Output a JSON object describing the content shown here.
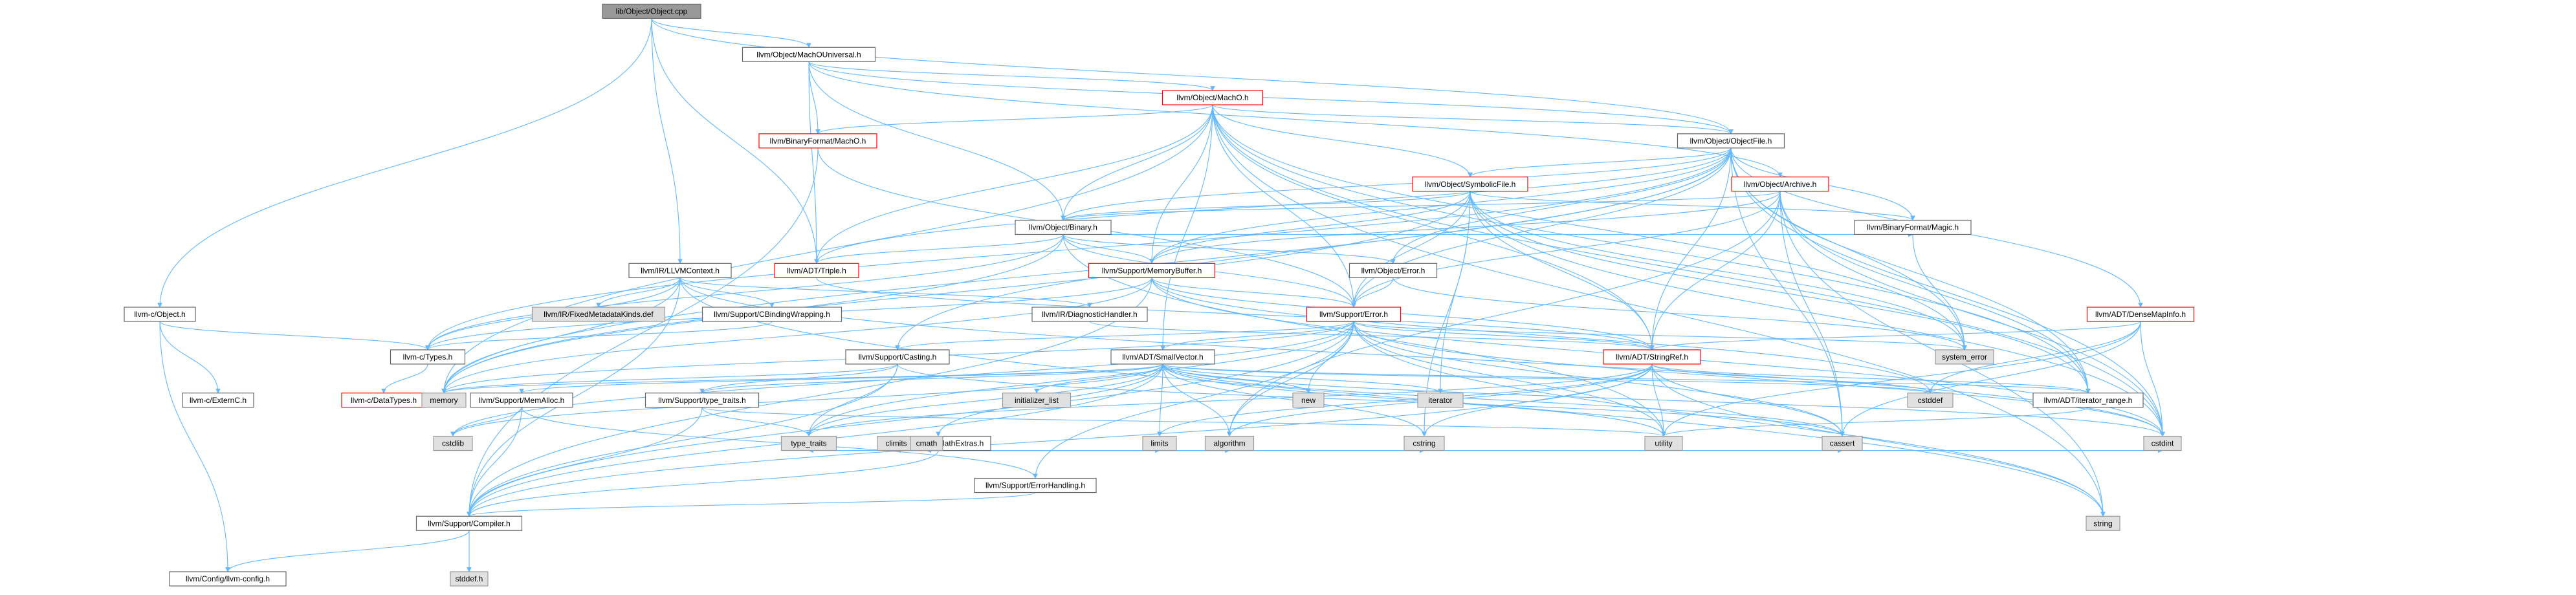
{
  "colors": {
    "edge": "#63b8ff",
    "root_fill": "#999999",
    "normal_fill": "#ffffff",
    "normal_stroke": "#666666",
    "truncated_stroke": "#ff0000",
    "external_fill": "#e0e0e0",
    "external_stroke": "#999999",
    "text": "#000000"
  },
  "nodes": [
    {
      "id": "root",
      "label": "lib/Object/Object.cpp",
      "kind": "root"
    },
    {
      "id": "macho_universal",
      "label": "llvm/Object/MachOUniversal.h",
      "kind": "normal"
    },
    {
      "id": "capi_object",
      "label": "llvm-c/Object.h",
      "kind": "normal"
    },
    {
      "id": "object_macho",
      "label": "llvm/Object/MachO.h",
      "kind": "truncated"
    },
    {
      "id": "bf_macho",
      "label": "llvm/BinaryFormat/MachO.h",
      "kind": "truncated"
    },
    {
      "id": "object_file",
      "label": "llvm/Object/ObjectFile.h",
      "kind": "normal"
    },
    {
      "id": "symbolic_file",
      "label": "llvm/Object/SymbolicFile.h",
      "kind": "truncated"
    },
    {
      "id": "archive",
      "label": "llvm/Object/Archive.h",
      "kind": "truncated"
    },
    {
      "id": "binary",
      "label": "llvm/Object/Binary.h",
      "kind": "normal"
    },
    {
      "id": "bf_magic",
      "label": "llvm/BinaryFormat/Magic.h",
      "kind": "normal"
    },
    {
      "id": "llvmcontext",
      "label": "llvm/IR/LLVMContext.h",
      "kind": "normal"
    },
    {
      "id": "triple",
      "label": "llvm/ADT/Triple.h",
      "kind": "truncated"
    },
    {
      "id": "memorybuffer",
      "label": "llvm/Support/MemoryBuffer.h",
      "kind": "truncated"
    },
    {
      "id": "object_error",
      "label": "llvm/Object/Error.h",
      "kind": "normal"
    },
    {
      "id": "fixedmd",
      "label": "llvm/IR/FixedMetadataKinds.def",
      "kind": "external"
    },
    {
      "id": "cbinding",
      "label": "llvm/Support/CBindingWrapping.h",
      "kind": "normal"
    },
    {
      "id": "diaghandler",
      "label": "llvm/IR/DiagnosticHandler.h",
      "kind": "normal"
    },
    {
      "id": "support_error",
      "label": "llvm/Support/Error.h",
      "kind": "truncated"
    },
    {
      "id": "densemapinfo",
      "label": "llvm/ADT/DenseMapInfo.h",
      "kind": "truncated"
    },
    {
      "id": "capi_types",
      "label": "llvm-c/Types.h",
      "kind": "normal"
    },
    {
      "id": "casting",
      "label": "llvm/Support/Casting.h",
      "kind": "normal"
    },
    {
      "id": "smallvector",
      "label": "llvm/ADT/SmallVector.h",
      "kind": "normal"
    },
    {
      "id": "system_error",
      "label": "system_error",
      "kind": "external"
    },
    {
      "id": "stringref",
      "label": "llvm/ADT/StringRef.h",
      "kind": "truncated"
    },
    {
      "id": "capi_externc",
      "label": "llvm-c/ExternC.h",
      "kind": "normal"
    },
    {
      "id": "capi_datatypes",
      "label": "llvm-c/DataTypes.h",
      "kind": "truncated"
    },
    {
      "id": "memory",
      "label": "memory",
      "kind": "external"
    },
    {
      "id": "memalloc",
      "label": "llvm/Support/MemAlloc.h",
      "kind": "normal"
    },
    {
      "id": "type_traits_h",
      "label": "llvm/Support/type_traits.h",
      "kind": "normal"
    },
    {
      "id": "initializer_list",
      "label": "initializer_list",
      "kind": "external"
    },
    {
      "id": "new",
      "label": "new",
      "kind": "external"
    },
    {
      "id": "iterator",
      "label": "iterator",
      "kind": "external"
    },
    {
      "id": "cstddef",
      "label": "cstddef",
      "kind": "external"
    },
    {
      "id": "iterator_range",
      "label": "llvm/ADT/iterator_range.h",
      "kind": "normal"
    },
    {
      "id": "mathextras",
      "label": "llvm/Support/MathExtras.h",
      "kind": "normal"
    },
    {
      "id": "cstdlib",
      "label": "cstdlib",
      "kind": "external"
    },
    {
      "id": "type_traits",
      "label": "type_traits",
      "kind": "external"
    },
    {
      "id": "climits",
      "label": "climits",
      "kind": "external"
    },
    {
      "id": "cmath",
      "label": "cmath",
      "kind": "external"
    },
    {
      "id": "limits",
      "label": "limits",
      "kind": "external"
    },
    {
      "id": "algorithm",
      "label": "algorithm",
      "kind": "external"
    },
    {
      "id": "errorhandling",
      "label": "llvm/Support/ErrorHandling.h",
      "kind": "normal"
    },
    {
      "id": "cstring",
      "label": "cstring",
      "kind": "external"
    },
    {
      "id": "utility",
      "label": "utility",
      "kind": "external"
    },
    {
      "id": "cassert",
      "label": "cassert",
      "kind": "external"
    },
    {
      "id": "cstdint",
      "label": "cstdint",
      "kind": "external"
    },
    {
      "id": "compiler",
      "label": "llvm/Support/Compiler.h",
      "kind": "normal"
    },
    {
      "id": "string",
      "label": "string",
      "kind": "external"
    },
    {
      "id": "llvm_config",
      "label": "llvm/Config/llvm-config.h",
      "kind": "normal"
    },
    {
      "id": "stddef",
      "label": "stddef.h",
      "kind": "external"
    }
  ],
  "edges": [
    [
      "root",
      "macho_universal"
    ],
    [
      "root",
      "capi_object"
    ],
    [
      "root",
      "object_file"
    ],
    [
      "root",
      "triple"
    ],
    [
      "root",
      "llvmcontext"
    ],
    [
      "macho_universal",
      "object_macho"
    ],
    [
      "macho_universal",
      "bf_macho"
    ],
    [
      "macho_universal",
      "binary"
    ],
    [
      "macho_universal",
      "triple"
    ],
    [
      "macho_universal",
      "archive"
    ],
    [
      "macho_universal",
      "object_file"
    ],
    [
      "capi_object",
      "capi_types"
    ],
    [
      "capi_object",
      "capi_externc"
    ],
    [
      "capi_object",
      "llvm_config"
    ],
    [
      "object_macho",
      "bf_macho"
    ],
    [
      "object_macho",
      "object_file"
    ],
    [
      "object_macho",
      "symbolic_file"
    ],
    [
      "object_macho",
      "binary"
    ],
    [
      "object_macho",
      "triple"
    ],
    [
      "object_macho",
      "memorybuffer"
    ],
    [
      "object_macho",
      "support_error"
    ],
    [
      "object_macho",
      "smallvector"
    ],
    [
      "object_macho",
      "stringref"
    ],
    [
      "object_macho",
      "iterator_range"
    ],
    [
      "object_macho",
      "cstdint"
    ],
    [
      "object_macho",
      "memory"
    ],
    [
      "object_macho",
      "string"
    ],
    [
      "object_macho",
      "system_error"
    ],
    [
      "bf_macho",
      "compiler"
    ],
    [
      "bf_macho",
      "support_error"
    ],
    [
      "object_file",
      "symbolic_file"
    ],
    [
      "object_file",
      "binary"
    ],
    [
      "object_file",
      "object_error"
    ],
    [
      "object_file",
      "bf_magic"
    ],
    [
      "object_file",
      "densemapinfo"
    ],
    [
      "object_file",
      "stringref"
    ],
    [
      "object_file",
      "iterator_range"
    ],
    [
      "object_file",
      "casting"
    ],
    [
      "object_file",
      "support_error"
    ],
    [
      "object_file",
      "memorybuffer"
    ],
    [
      "object_file",
      "triple"
    ],
    [
      "object_file",
      "capi_types"
    ],
    [
      "object_file",
      "cassert"
    ],
    [
      "object_file",
      "cstdint"
    ],
    [
      "object_file",
      "memory"
    ],
    [
      "object_file",
      "system_error"
    ],
    [
      "symbolic_file",
      "binary"
    ],
    [
      "symbolic_file",
      "stringref"
    ],
    [
      "symbolic_file",
      "iterator_range"
    ],
    [
      "symbolic_file",
      "memorybuffer"
    ],
    [
      "symbolic_file",
      "support_error"
    ],
    [
      "symbolic_file",
      "bf_magic"
    ],
    [
      "symbolic_file",
      "cinttypes"
    ],
    [
      "symbolic_file",
      "cstdint"
    ],
    [
      "symbolic_file",
      "cstring"
    ],
    [
      "symbolic_file",
      "iterator"
    ],
    [
      "symbolic_file",
      "memory"
    ],
    [
      "symbolic_file",
      "system_error"
    ],
    [
      "archive",
      "binary"
    ],
    [
      "archive",
      "stringref"
    ],
    [
      "archive",
      "iterator_range"
    ],
    [
      "archive",
      "memorybuffer"
    ],
    [
      "archive",
      "support_error"
    ],
    [
      "archive",
      "algorithm"
    ],
    [
      "archive",
      "cassert"
    ],
    [
      "archive",
      "cstdint"
    ],
    [
      "archive",
      "string"
    ],
    [
      "archive",
      "vector"
    ],
    [
      "binary",
      "capi_types"
    ],
    [
      "binary",
      "triple"
    ],
    [
      "binary",
      "object_error"
    ],
    [
      "binary",
      "memorybuffer"
    ],
    [
      "binary",
      "support_error"
    ],
    [
      "binary",
      "bf_magic"
    ],
    [
      "binary",
      "utility"
    ],
    [
      "binary",
      "memory"
    ],
    [
      "bf_magic",
      "system_error"
    ],
    [
      "llvmcontext",
      "fixedmd"
    ],
    [
      "llvmcontext",
      "cbinding"
    ],
    [
      "llvmcontext",
      "diaghandler"
    ],
    [
      "llvmcontext",
      "capi_types"
    ],
    [
      "llvmcontext",
      "cstdint"
    ],
    [
      "llvmcontext",
      "memory"
    ],
    [
      "llvmcontext",
      "string"
    ],
    [
      "llvmcontext",
      "compiler"
    ],
    [
      "triple",
      "stringref"
    ],
    [
      "memorybuffer",
      "capi_types"
    ],
    [
      "memorybuffer",
      "compiler"
    ],
    [
      "memorybuffer",
      "support_error"
    ],
    [
      "memorybuffer",
      "cstddef"
    ],
    [
      "memorybuffer",
      "cstdint"
    ],
    [
      "memorybuffer",
      "memory"
    ],
    [
      "memorybuffer",
      "stringref"
    ],
    [
      "object_error",
      "support_error"
    ],
    [
      "object_error",
      "system_error"
    ],
    [
      "cbinding",
      "capi_types"
    ],
    [
      "diaghandler",
      "stringref"
    ],
    [
      "support_error",
      "smallvector"
    ],
    [
      "support_error",
      "stringref"
    ],
    [
      "support_error",
      "compiler"
    ],
    [
      "support_error",
      "errorhandling"
    ],
    [
      "support_error",
      "casting"
    ],
    [
      "support_error",
      "algorithm"
    ],
    [
      "support_error",
      "cassert"
    ],
    [
      "support_error",
      "cstdint"
    ],
    [
      "support_error",
      "cstdlib"
    ],
    [
      "support_error",
      "memory"
    ],
    [
      "support_error",
      "new"
    ],
    [
      "support_error",
      "string"
    ],
    [
      "support_error",
      "system_error"
    ],
    [
      "support_error",
      "type_traits"
    ],
    [
      "support_error",
      "utility"
    ],
    [
      "densemapinfo",
      "cassert"
    ],
    [
      "densemapinfo",
      "cstddef"
    ],
    [
      "densemapinfo",
      "cstdint"
    ],
    [
      "densemapinfo",
      "utility"
    ],
    [
      "densemapinfo",
      "stringref"
    ],
    [
      "capi_types",
      "capi_datatypes"
    ],
    [
      "casting",
      "type_traits_h"
    ],
    [
      "casting",
      "compiler"
    ],
    [
      "casting",
      "cassert"
    ],
    [
      "casting",
      "memory"
    ],
    [
      "casting",
      "type_traits"
    ],
    [
      "smallvector",
      "memalloc"
    ],
    [
      "smallvector",
      "type_traits_h"
    ],
    [
      "smallvector",
      "mathextras"
    ],
    [
      "smallvector",
      "compiler"
    ],
    [
      "smallvector",
      "algorithm"
    ],
    [
      "smallvector",
      "cassert"
    ],
    [
      "smallvector",
      "cstddef"
    ],
    [
      "smallvector",
      "cstdlib"
    ],
    [
      "smallvector",
      "cstring"
    ],
    [
      "smallvector",
      "functional"
    ],
    [
      "smallvector",
      "initializer_list"
    ],
    [
      "smallvector",
      "iterator"
    ],
    [
      "smallvector",
      "limits"
    ],
    [
      "smallvector",
      "memory"
    ],
    [
      "smallvector",
      "new"
    ],
    [
      "smallvector",
      "type_traits"
    ],
    [
      "smallvector",
      "utility"
    ],
    [
      "smallvector",
      "iterator_range"
    ],
    [
      "smallvector",
      "cstdint"
    ],
    [
      "stringref",
      "iterator_range"
    ],
    [
      "stringref",
      "compiler"
    ],
    [
      "stringref",
      "algorithm"
    ],
    [
      "stringref",
      "cassert"
    ],
    [
      "stringref",
      "cstddef"
    ],
    [
      "stringref",
      "cstring"
    ],
    [
      "stringref",
      "limits"
    ],
    [
      "stringref",
      "string"
    ],
    [
      "stringref",
      "type_traits"
    ],
    [
      "stringref",
      "utility"
    ],
    [
      "memalloc",
      "compiler"
    ],
    [
      "memalloc",
      "errorhandling"
    ],
    [
      "memalloc",
      "cstdlib"
    ],
    [
      "type_traits_h",
      "compiler"
    ],
    [
      "type_traits_h",
      "type_traits"
    ],
    [
      "type_traits_h",
      "utility"
    ],
    [
      "iterator_range",
      "utility"
    ],
    [
      "mathextras",
      "compiler"
    ],
    [
      "mathextras",
      "algorithm"
    ],
    [
      "mathextras",
      "cassert"
    ],
    [
      "mathextras",
      "climits"
    ],
    [
      "mathextras",
      "cmath"
    ],
    [
      "mathextras",
      "cstdint"
    ],
    [
      "mathextras",
      "cstring"
    ],
    [
      "mathextras",
      "limits"
    ],
    [
      "mathextras",
      "type_traits"
    ],
    [
      "errorhandling",
      "compiler"
    ],
    [
      "compiler",
      "llvm_config"
    ],
    [
      "compiler",
      "stddef"
    ]
  ]
}
